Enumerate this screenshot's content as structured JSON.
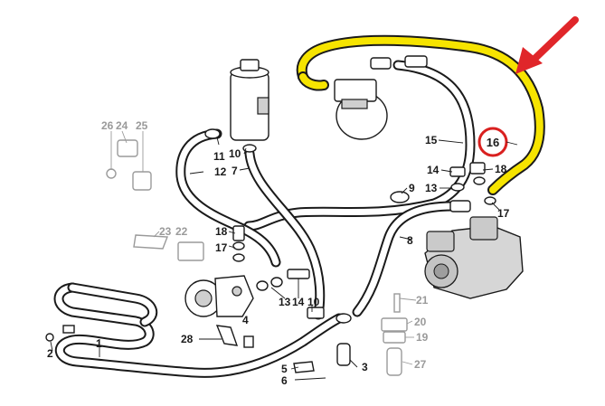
{
  "diagram": {
    "highlight_color": "#f6e400",
    "callout_color": "#d9201f",
    "arrow_color": "#e0262a",
    "callout": {
      "number": "16"
    },
    "labels": [
      {
        "id": "26",
        "text": "26",
        "grey": true
      },
      {
        "id": "24",
        "text": "24",
        "grey": true
      },
      {
        "id": "25",
        "text": "25",
        "grey": true
      },
      {
        "id": "11",
        "text": "11"
      },
      {
        "id": "10a",
        "text": "10"
      },
      {
        "id": "7",
        "text": "7"
      },
      {
        "id": "12",
        "text": "12"
      },
      {
        "id": "15",
        "text": "15"
      },
      {
        "id": "14a",
        "text": "14"
      },
      {
        "id": "18a",
        "text": "18"
      },
      {
        "id": "13a",
        "text": "13"
      },
      {
        "id": "9",
        "text": "9"
      },
      {
        "id": "17a",
        "text": "17"
      },
      {
        "id": "8",
        "text": "8"
      },
      {
        "id": "23",
        "text": "23",
        "grey": true
      },
      {
        "id": "22",
        "text": "22",
        "grey": true
      },
      {
        "id": "18b",
        "text": "18"
      },
      {
        "id": "17b",
        "text": "17"
      },
      {
        "id": "13b",
        "text": "13"
      },
      {
        "id": "14b",
        "text": "14"
      },
      {
        "id": "10b",
        "text": "10"
      },
      {
        "id": "4",
        "text": "4"
      },
      {
        "id": "1",
        "text": "1"
      },
      {
        "id": "2",
        "text": "2"
      },
      {
        "id": "28",
        "text": "28"
      },
      {
        "id": "21",
        "text": "21",
        "grey": true
      },
      {
        "id": "20",
        "text": "20",
        "grey": true
      },
      {
        "id": "19",
        "text": "19",
        "grey": true
      },
      {
        "id": "27",
        "text": "27",
        "grey": true
      },
      {
        "id": "3",
        "text": "3"
      },
      {
        "id": "5",
        "text": "5"
      },
      {
        "id": "6",
        "text": "6"
      }
    ]
  }
}
